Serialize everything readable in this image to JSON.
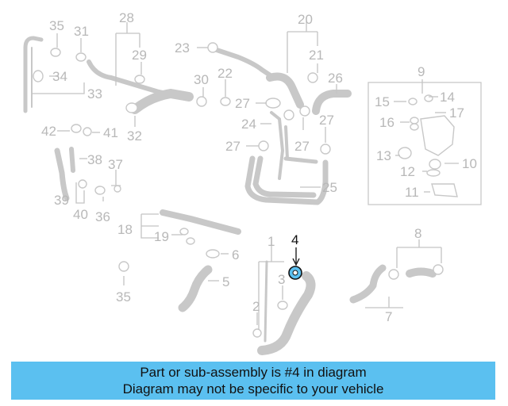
{
  "callouts": {
    "n1": "1",
    "n2": "2",
    "n3": "3",
    "n4": "4",
    "n5": "5",
    "n6": "6",
    "n7": "7",
    "n8": "8",
    "n9": "9",
    "n10": "10",
    "n11": "11",
    "n12": "12",
    "n13": "13",
    "n14": "14",
    "n15": "15",
    "n16": "16",
    "n17": "17",
    "n18": "18",
    "n19": "19",
    "n20": "20",
    "n21": "21",
    "n22": "22",
    "n23": "23",
    "n24": "24",
    "n25": "25",
    "n26": "26",
    "n27a": "27",
    "n27b": "27",
    "n27c": "27",
    "n27d": "27",
    "n28": "28",
    "n29": "29",
    "n30": "30",
    "n31": "31",
    "n32": "32",
    "n33": "33",
    "n34": "34",
    "n35a": "35",
    "n35b": "35",
    "n36": "36",
    "n37": "37",
    "n38": "38",
    "n39": "39",
    "n40": "40",
    "n41": "41",
    "n42": "42"
  },
  "highlight": {
    "part": "4",
    "color": "#111111",
    "fill": "#5bc0f0"
  },
  "banner": {
    "line1": "Part or sub-assembly is #4 in diagram",
    "line2": "Diagram may not be specific to your vehicle",
    "color": "#5bc0f0"
  }
}
